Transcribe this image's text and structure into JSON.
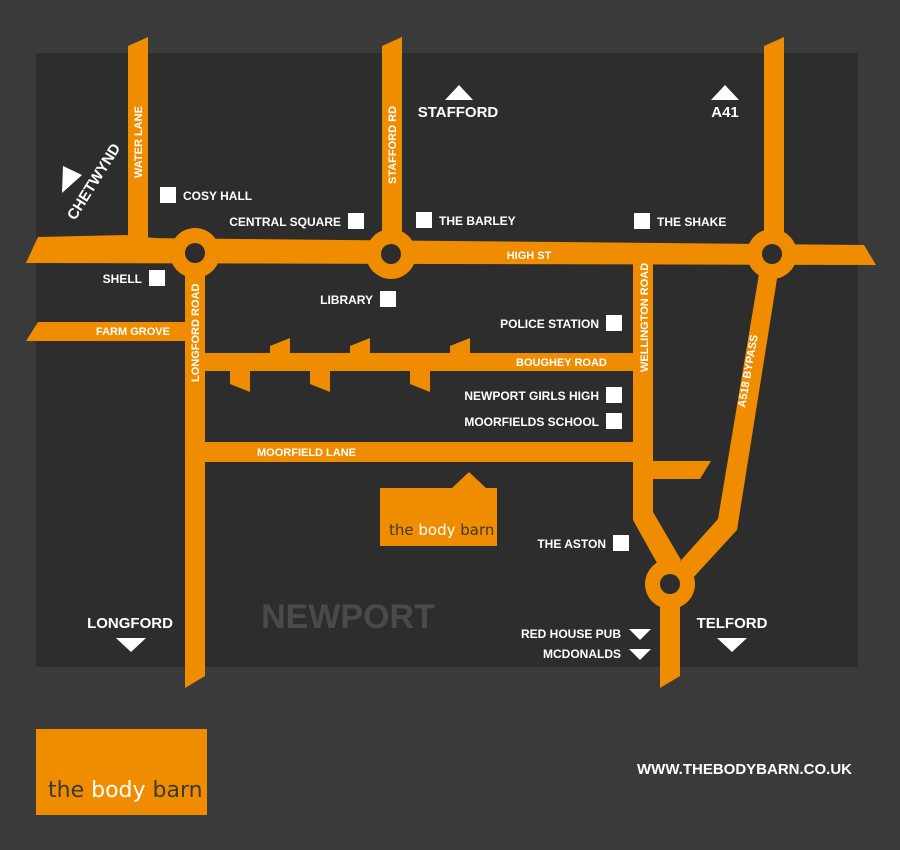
{
  "colors": {
    "background": "#3a3a3a",
    "map_panel": "#2d2d2d",
    "road": "#f08c00",
    "marker": "#ffffff",
    "area_label": "#4a4a4a"
  },
  "roads": {
    "water_lane": "WATER LANE",
    "stafford_rd": "STAFFORD RD",
    "high_st": "HIGH ST",
    "farm_grove": "FARM GROVE",
    "longford_road": "LONGFORD ROAD",
    "boughey_road": "BOUGHEY ROAD",
    "wellington_road": "WELLINGTON ROAD",
    "a518_bypass": "A518 BYPASS",
    "moorfield_lane": "MOORFIELD LANE"
  },
  "directions": {
    "chetwynd": "CHETWYND",
    "stafford": "STAFFORD",
    "a41": "A41",
    "longford": "LONGFORD",
    "telford": "TELFORD"
  },
  "places": {
    "cosy_hall": "COSY HALL",
    "central_square": "CENTRAL SQUARE",
    "the_barley": "THE BARLEY",
    "the_shake": "THE SHAKE",
    "shell": "SHELL",
    "library": "LIBRARY",
    "police_station": "POLICE STATION",
    "newport_girls_high": "NEWPORT GIRLS HIGH",
    "moorfields_school": "MOORFIELDS SCHOOL",
    "the_aston": "THE ASTON",
    "red_house_pub": "RED HOUSE PUB",
    "mcdonalds": "MCDONALDS"
  },
  "area": {
    "newport": "NEWPORT"
  },
  "brand": {
    "part1": "the ",
    "part2": "body",
    "part3": " barn"
  },
  "website": "WWW.THEBODYBARN.CO.UK"
}
